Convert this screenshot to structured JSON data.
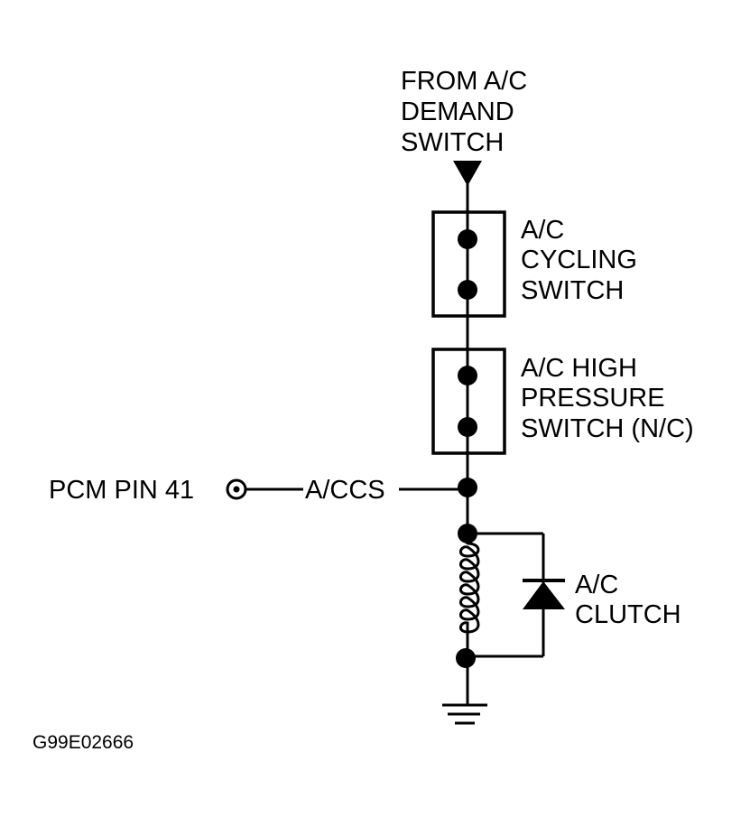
{
  "source": {
    "lines": [
      "FROM A/C",
      "DEMAND",
      "SWITCH"
    ]
  },
  "cycling_switch": {
    "lines": [
      "A/C",
      "CYCLING",
      "SWITCH"
    ]
  },
  "high_pressure_switch": {
    "lines": [
      "A/C HIGH",
      "PRESSURE",
      "SWITCH (N/C)"
    ]
  },
  "pcm": {
    "label": "PCM PIN 41"
  },
  "circuit": {
    "label": "A/CCS"
  },
  "clutch": {
    "lines": [
      "A/C",
      "CLUTCH"
    ]
  },
  "figure_id": "G99E02666"
}
